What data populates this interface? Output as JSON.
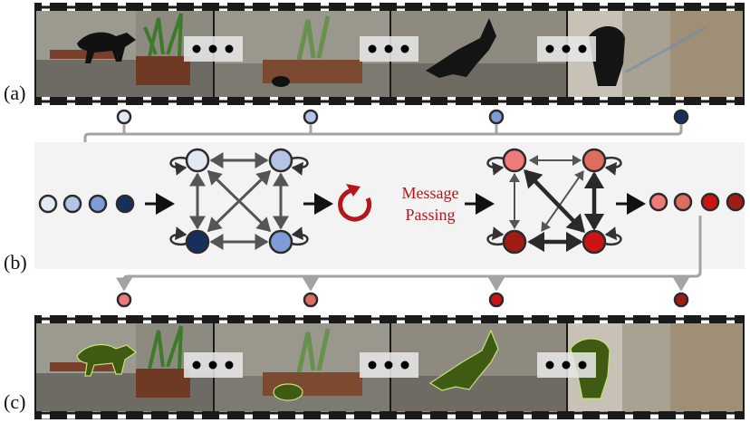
{
  "labels": {
    "a": "(a)",
    "b": "(b)",
    "c": "(c)"
  },
  "message_passing": {
    "line1": "Message",
    "line2": "Passing"
  },
  "colors": {
    "input_nodes": [
      "#e3e8f5",
      "#b3c4e6",
      "#7e9cd6",
      "#16305e"
    ],
    "output_nodes": [
      "#f07a7a",
      "#dd6e5f",
      "#cc1414",
      "#a01c14"
    ],
    "panel_bg": "#f3f3f3",
    "film": "#1a1a1a",
    "arrow_gray": "#a3a3a3",
    "edge_gray": "#555555",
    "message_red": "#b4161b",
    "mask_green": "#3f5a12"
  },
  "frames": [
    {
      "scene": "wall-with-plant",
      "object": "dog-standing"
    },
    {
      "scene": "wall-with-plant-blurred",
      "object": "dog-hidden-in-pot"
    },
    {
      "scene": "stone-ledge-blurred",
      "object": "dog-jumping"
    },
    {
      "scene": "yard-motion-blur",
      "object": "dog-close-up"
    }
  ]
}
